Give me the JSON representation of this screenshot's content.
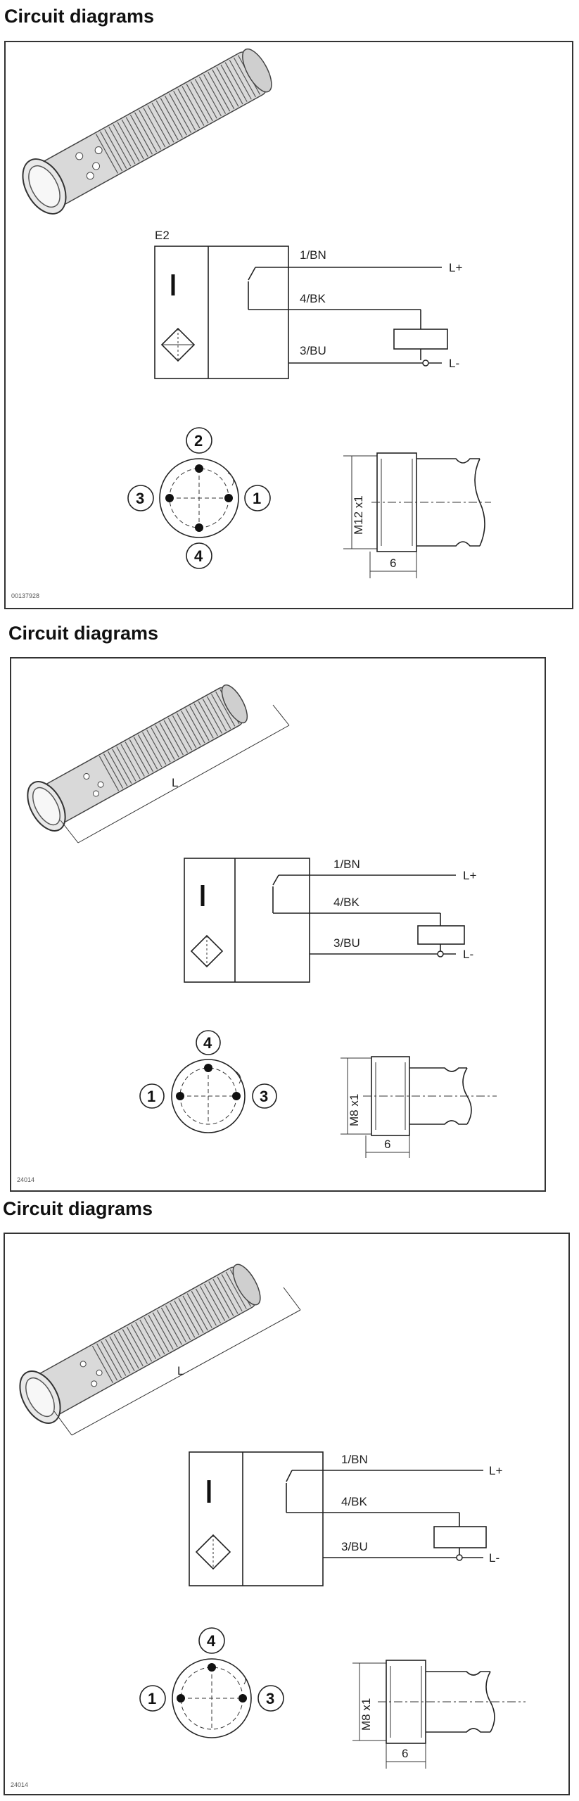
{
  "sections": [
    {
      "heading": "Circuit diagrams",
      "block_label": "E2",
      "wires": [
        "1/BN",
        "4/BK",
        "3/BU"
      ],
      "supply_pos": "L+",
      "supply_neg": "L-",
      "pins": [
        "2",
        "3",
        "1",
        "4"
      ],
      "thread": "M12 x1",
      "thread_len": "6",
      "code": "00137928"
    },
    {
      "heading": "Circuit diagrams",
      "length_label": "L",
      "wires": [
        "1/BN",
        "4/BK",
        "3/BU"
      ],
      "supply_pos": "L+",
      "supply_neg": "L-",
      "pins": [
        "4",
        "1",
        "3"
      ],
      "thread": "M8 x1",
      "thread_len": "6",
      "code": "24014"
    },
    {
      "heading": "Circuit diagrams",
      "length_label": "L",
      "wires": [
        "1/BN",
        "4/BK",
        "3/BU"
      ],
      "supply_pos": "L+",
      "supply_neg": "L-",
      "pins": [
        "4",
        "1",
        "3"
      ],
      "thread": "M8 x1",
      "thread_len": "6",
      "code": "24014"
    }
  ]
}
